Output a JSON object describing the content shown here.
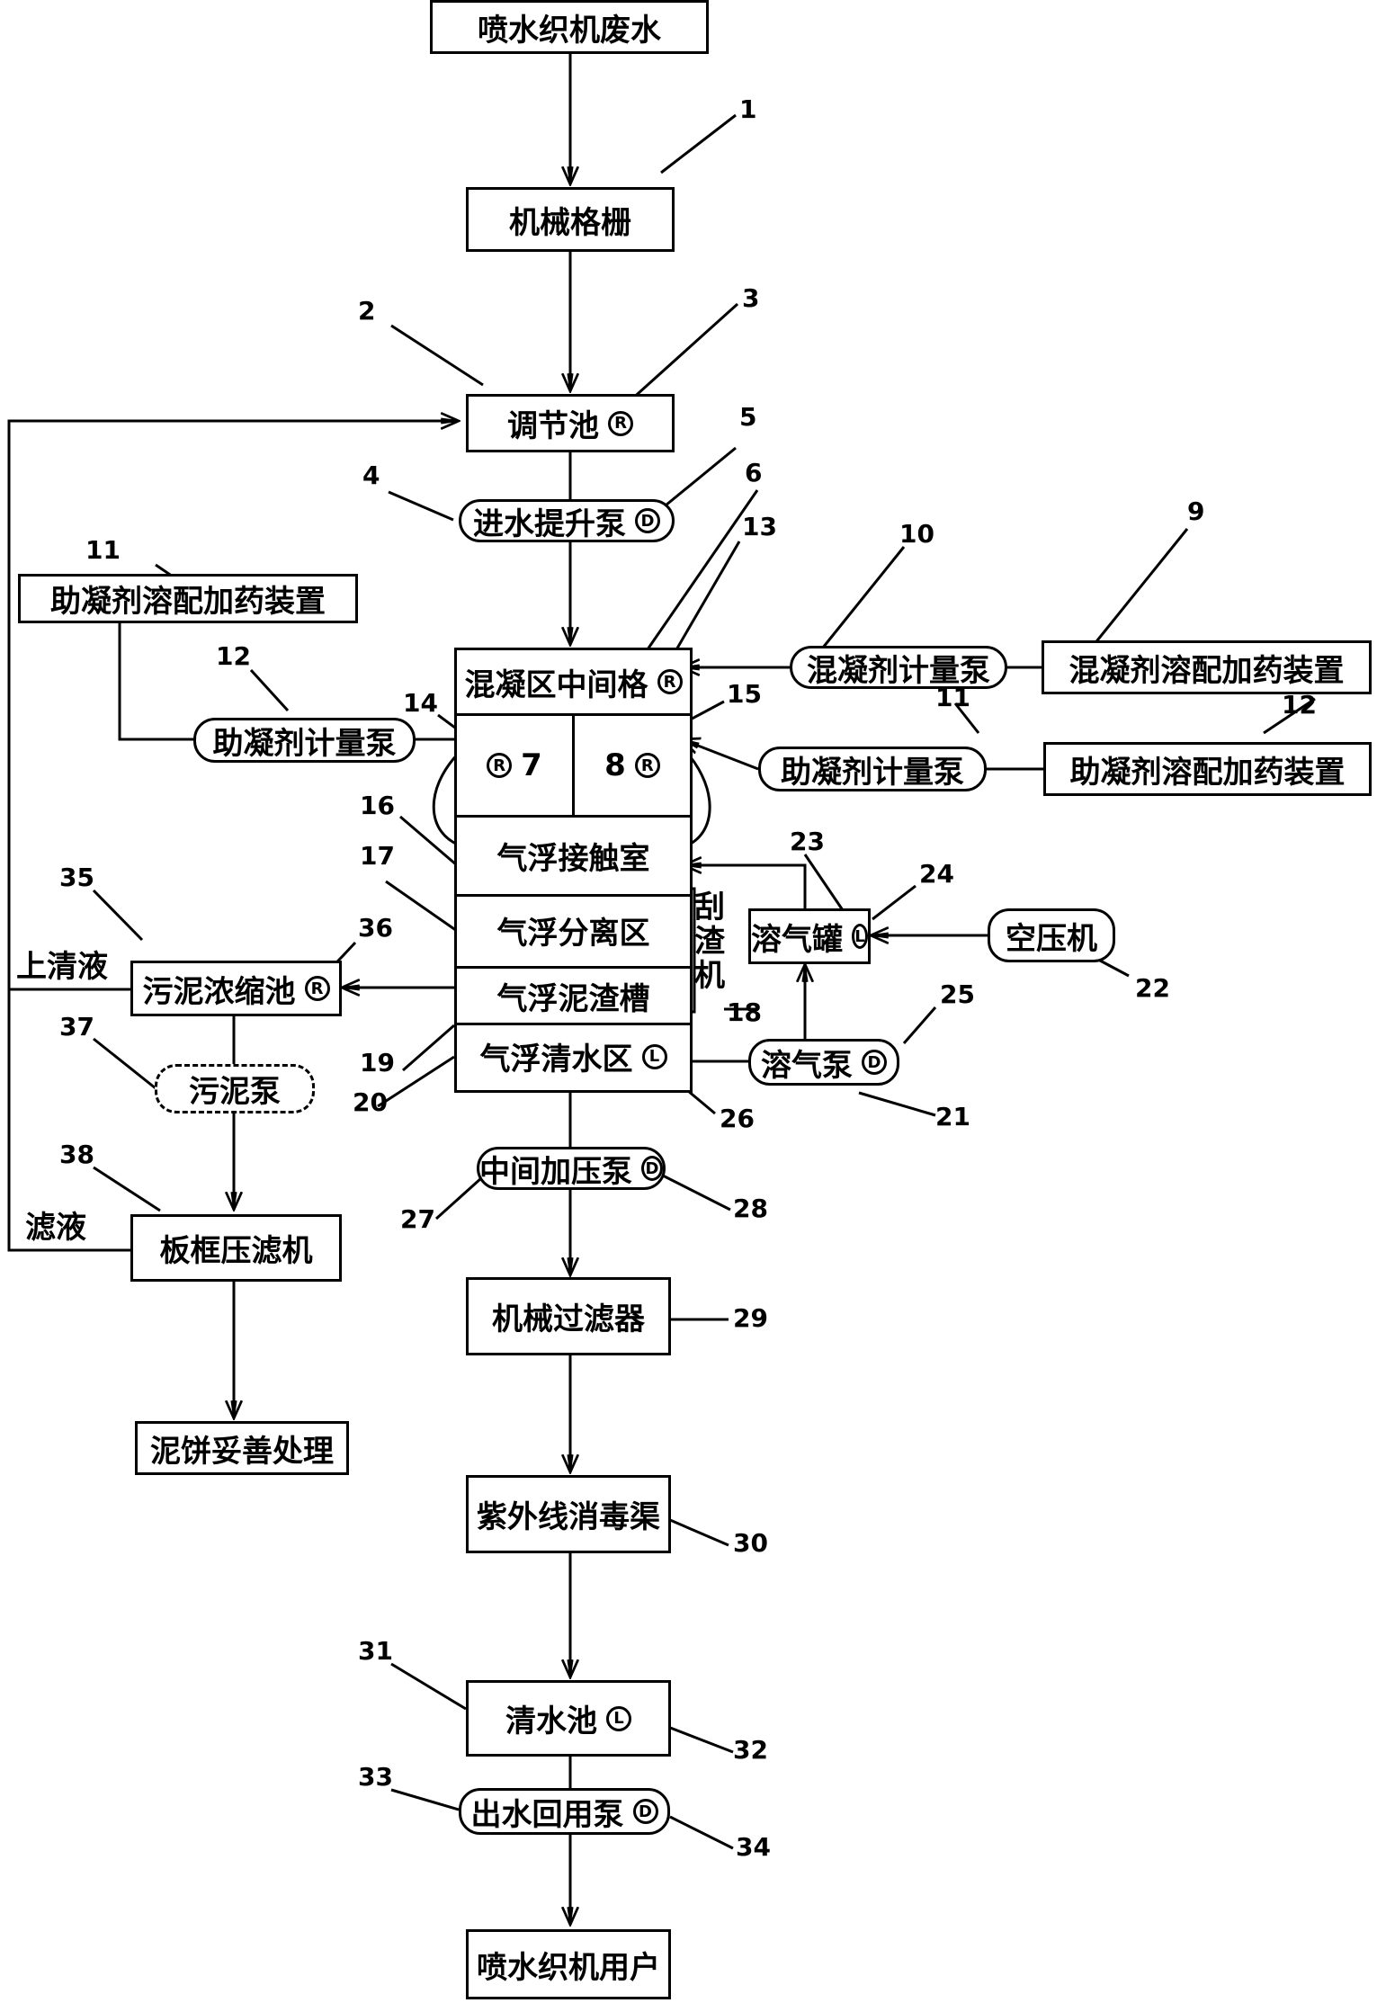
{
  "nodes": {
    "source": "喷水织机废水",
    "screen": "机械格栅",
    "equalization": "调节池",
    "lift_pump": "进水提升泵",
    "aid_dosing_left": "助凝剂溶配加药装置",
    "aid_pump_left": "助凝剂计量泵",
    "coag_middle": "混凝区中间格",
    "coag_pump": "混凝剂计量泵",
    "coag_dosing": "混凝剂溶配加药装置",
    "aid_pump_right": "助凝剂计量泵",
    "aid_dosing_right": "助凝剂溶配加药装置",
    "cell7": "7",
    "cell8": "8",
    "contact_chamber": "气浮接触室",
    "separation": "气浮分离区",
    "scum_trough": "气浮泥渣槽",
    "clear_zone": "气浮清水区",
    "scraper": "刮渣机",
    "dissolve_tank": "溶气罐",
    "compressor": "空压机",
    "dissolve_pump": "溶气泵",
    "sludge_thickener": "污泥浓缩池",
    "sludge_pump": "污泥泵",
    "filter_press": "板框压滤机",
    "cake_disposal": "泥饼妥善处理",
    "booster_pump": "中间加压泵",
    "mech_filter": "机械过滤器",
    "uv_channel": "紫外线消毒渠",
    "clear_tank": "清水池",
    "reuse_pump": "出水回用泵",
    "user": "喷水织机用户"
  },
  "labels": {
    "supernatant": "上清液",
    "filtrate": "滤液"
  },
  "symbols": {
    "R": "R",
    "L": "L",
    "D": "D"
  },
  "callouts": {
    "n1": "1",
    "n2": "2",
    "n3": "3",
    "n4": "4",
    "n5": "5",
    "n6": "6",
    "n9": "9",
    "n10": "10",
    "n11a": "11",
    "n11b": "11",
    "n12a": "12",
    "n12b": "12",
    "n13": "13",
    "n14": "14",
    "n15": "15",
    "n16": "16",
    "n17": "17",
    "n18": "18",
    "n19": "19",
    "n20": "20",
    "n21": "21",
    "n22": "22",
    "n23": "23",
    "n24": "24",
    "n25": "25",
    "n26": "26",
    "n27": "27",
    "n28": "28",
    "n29": "29",
    "n30": "30",
    "n31": "31",
    "n32": "32",
    "n33": "33",
    "n34": "34",
    "n35": "35",
    "n36": "36",
    "n37": "37",
    "n38": "38"
  }
}
